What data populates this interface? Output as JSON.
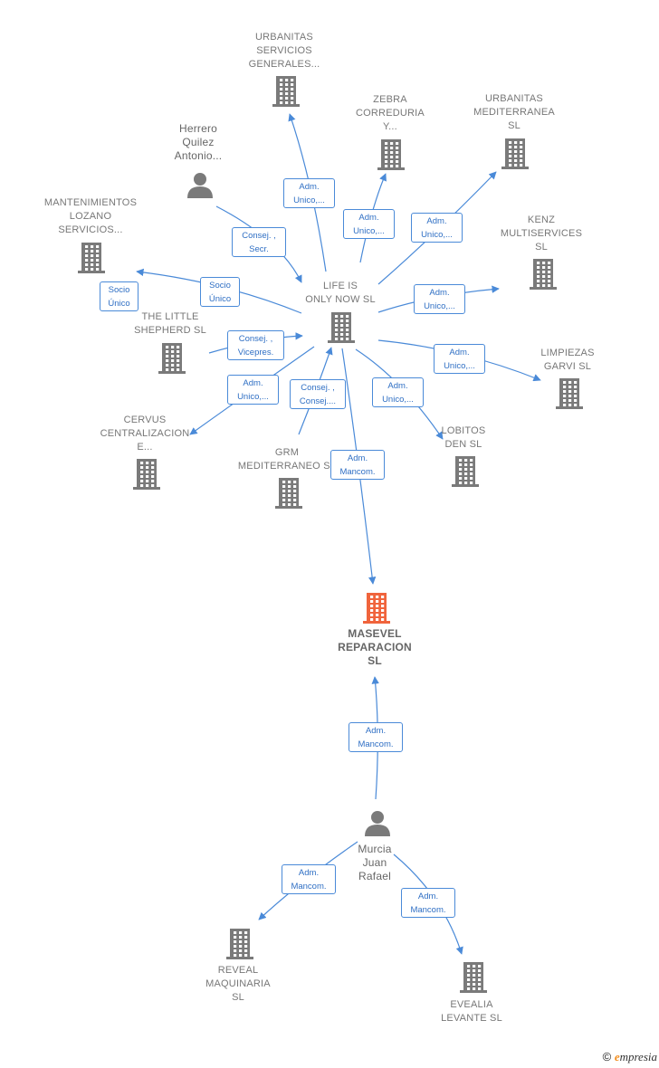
{
  "colors": {
    "edge": "#4a8ad8",
    "building": "#7a7a7a",
    "main_building": "#f0643c",
    "person": "#7a7a7a",
    "tag_text": "#2f6fc4",
    "brand_accent": "#f28c1c"
  },
  "nodes": [
    {
      "id": "urbanitas-servicios",
      "kind": "company",
      "label": "URBANITAS\nSERVICIOS\nGENERALES..."
    },
    {
      "id": "zebra",
      "kind": "company",
      "label": "ZEBRA\nCORREDURIA\nY..."
    },
    {
      "id": "urbanitas-mediterranea",
      "kind": "company",
      "label": "URBANITAS\nMEDITERRANEA\nSL"
    },
    {
      "id": "herrero",
      "kind": "person",
      "label": "Herrero\nQuilez\nAntonio..."
    },
    {
      "id": "mantenimientos",
      "kind": "company",
      "label": "MANTENIMIENTOS\nLOZANO\nSERVICIOS..."
    },
    {
      "id": "kenz",
      "kind": "company",
      "label": "KENZ\nMULTISERVICES\nSL"
    },
    {
      "id": "life-is-only-now",
      "kind": "company",
      "label": "LIFE IS\nONLY NOW  SL"
    },
    {
      "id": "little-shepherd",
      "kind": "company",
      "label": "THE LITTLE\nSHEPHERD  SL"
    },
    {
      "id": "limpiezas",
      "kind": "company",
      "label": "LIMPIEZAS\nGARVI SL"
    },
    {
      "id": "cervus",
      "kind": "company",
      "label": "CERVUS\nCENTRALIZACION\nE..."
    },
    {
      "id": "lobitos",
      "kind": "company",
      "label": "LOBITOS\nDEN  SL"
    },
    {
      "id": "grm",
      "kind": "company",
      "label": "GRM\nMEDITERRANEO SL"
    },
    {
      "id": "masevel",
      "kind": "main",
      "label": "MASEVEL\nREPARACION\nSL"
    },
    {
      "id": "murcia",
      "kind": "person",
      "label": "Murcia\nJuan\nRafael"
    },
    {
      "id": "reveal",
      "kind": "company",
      "label": "REVEAL\nMAQUINARIA\nSL"
    },
    {
      "id": "evealia",
      "kind": "company",
      "label": "EVEALIA\nLEVANTE  SL"
    }
  ],
  "edges": [
    {
      "from": "life-is-only-now",
      "to": "urbanitas-servicios",
      "label": "Adm.\nUnico,..."
    },
    {
      "from": "life-is-only-now",
      "to": "zebra",
      "label": "Adm.\nUnico,..."
    },
    {
      "from": "life-is-only-now",
      "to": "urbanitas-mediterranea",
      "label": "Adm.\nUnico,..."
    },
    {
      "from": "herrero",
      "to": "life-is-only-now",
      "label": "Consej. ,\nSecr."
    },
    {
      "from": "life-is-only-now",
      "to": "mantenimientos",
      "label": "Socio\nÚnico"
    },
    {
      "from": "life-is-only-now",
      "to": "kenz",
      "label": "Adm.\nUnico,..."
    },
    {
      "from": "little-shepherd",
      "to": "life-is-only-now",
      "label": "Consej. ,\nVicepres."
    },
    {
      "from": "life-is-only-now",
      "to": "limpiezas",
      "label": "Adm.\nUnico,..."
    },
    {
      "from": "life-is-only-now",
      "to": "cervus",
      "label": "Adm.\nUnico,..."
    },
    {
      "from": "life-is-only-now",
      "to": "lobitos",
      "label": "Adm.\nUnico,..."
    },
    {
      "from": "grm",
      "to": "life-is-only-now",
      "label": "Consej. ,\nConsej...."
    },
    {
      "from": "life-is-only-now",
      "to": "masevel",
      "label": "Adm.\nMancom."
    },
    {
      "from": "murcia",
      "to": "masevel",
      "label": "Adm.\nMancom."
    },
    {
      "from": "murcia",
      "to": "reveal",
      "label": "Adm.\nMancom."
    },
    {
      "from": "murcia",
      "to": "evealia",
      "label": "Adm.\nMancom."
    }
  ],
  "extra_tags": [
    {
      "near": "mantenimientos",
      "label": "Socio\nÚnico"
    }
  ],
  "footer": {
    "copyright": "©",
    "brand_first": "e",
    "brand_rest": "mpresia"
  }
}
